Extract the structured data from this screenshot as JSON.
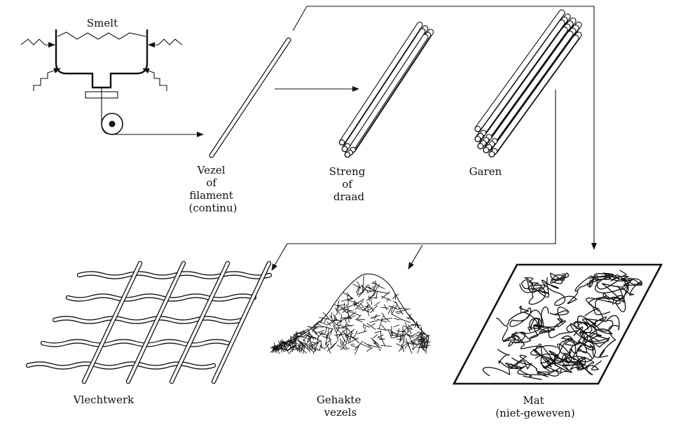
{
  "labels": {
    "smelt": "Smelt",
    "vezel": [
      "Vezel",
      "of",
      "filament",
      "(continu)"
    ],
    "streng": [
      "Streng",
      "of",
      "draad"
    ],
    "garen": "Garen",
    "vlechtwerk": "Vlechtwerk",
    "gehakte": [
      "Gehakte",
      "vezels"
    ],
    "mat": [
      "Mat",
      "(niet-geweven)"
    ]
  }
}
